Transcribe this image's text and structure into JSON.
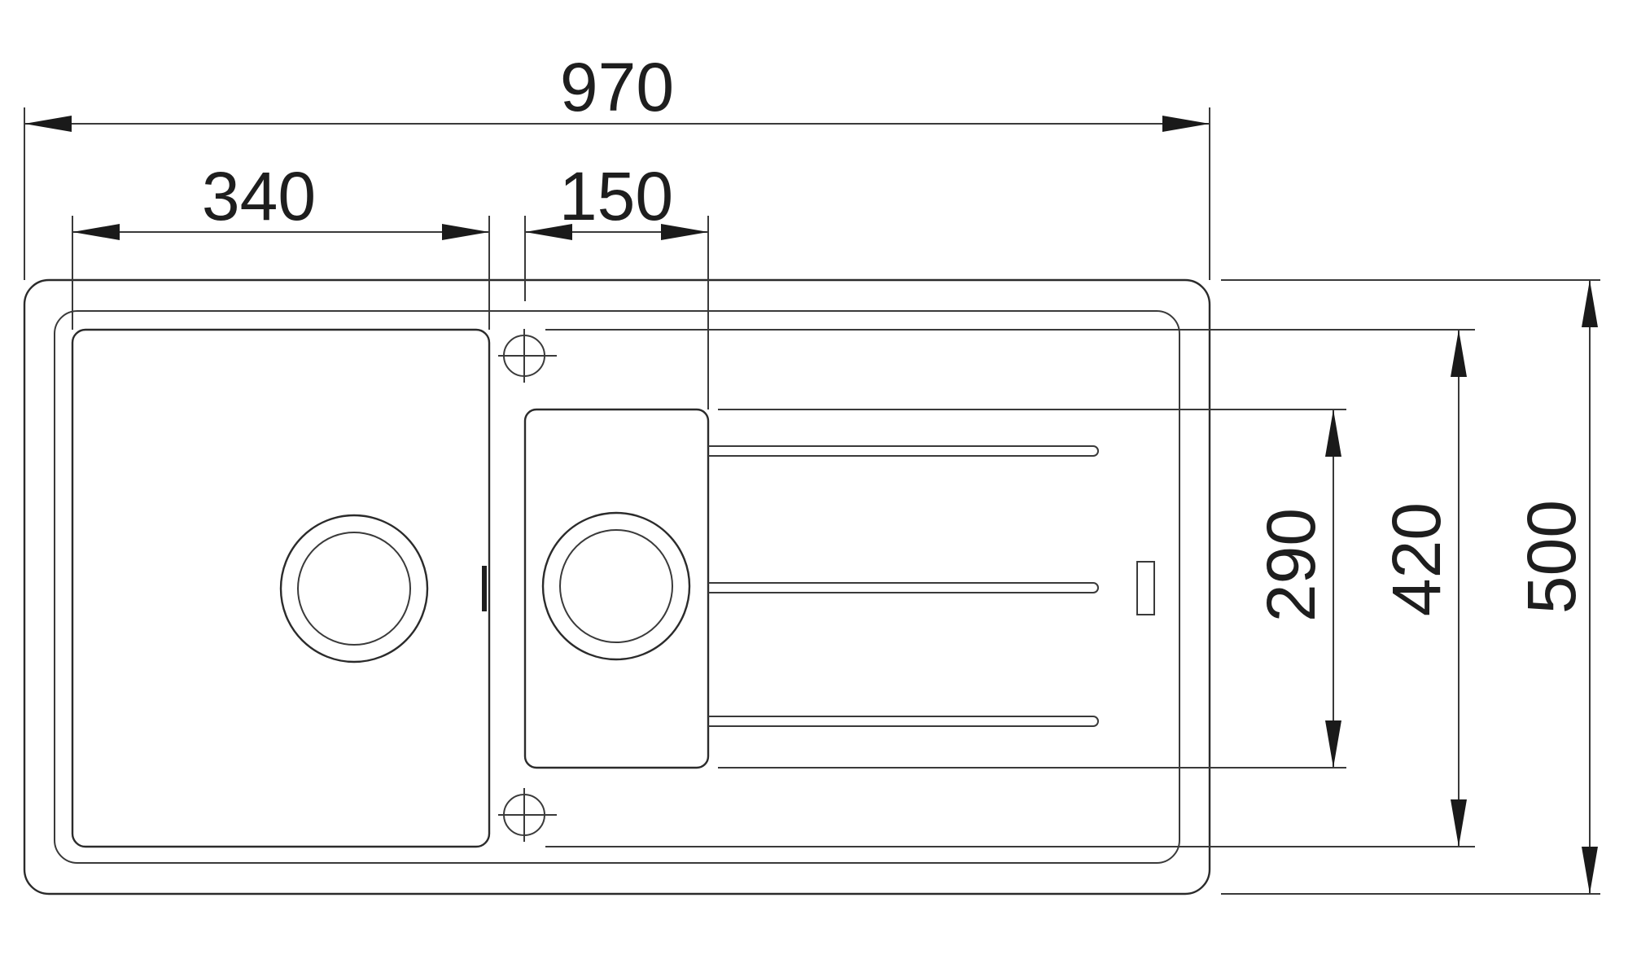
{
  "drawing": {
    "subject": "double-bowl sink with drainer",
    "units": "mm"
  },
  "dimensions": {
    "overall_width": "970",
    "main_bowl_width": "340",
    "small_bowl_width": "150",
    "small_bowl_depth": "290",
    "bowl_inner_depth": "420",
    "overall_depth": "500"
  }
}
